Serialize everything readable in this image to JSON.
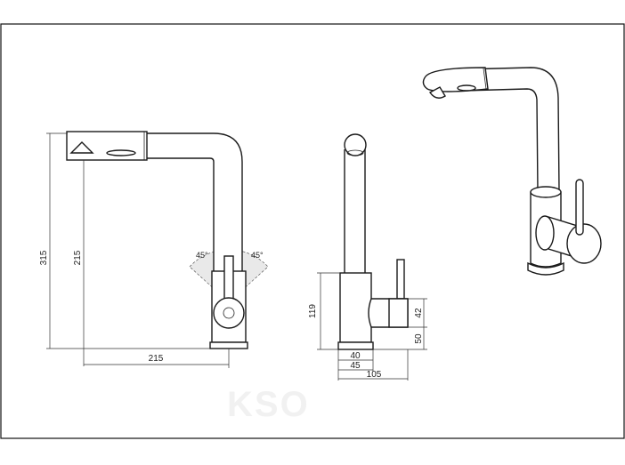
{
  "drawing": {
    "front_view": {
      "dim_total_height": "315",
      "dim_spout_height": "215",
      "dim_reach": "215",
      "angle_left": "45°",
      "angle_right": "45°"
    },
    "side_view": {
      "dim_body_height": "119",
      "dim_lever_height": "42",
      "dim_lever_offset": "50",
      "dim_base_dia": "40",
      "dim_body_dia": "45",
      "dim_depth": "105"
    },
    "watermark": "KSO"
  }
}
